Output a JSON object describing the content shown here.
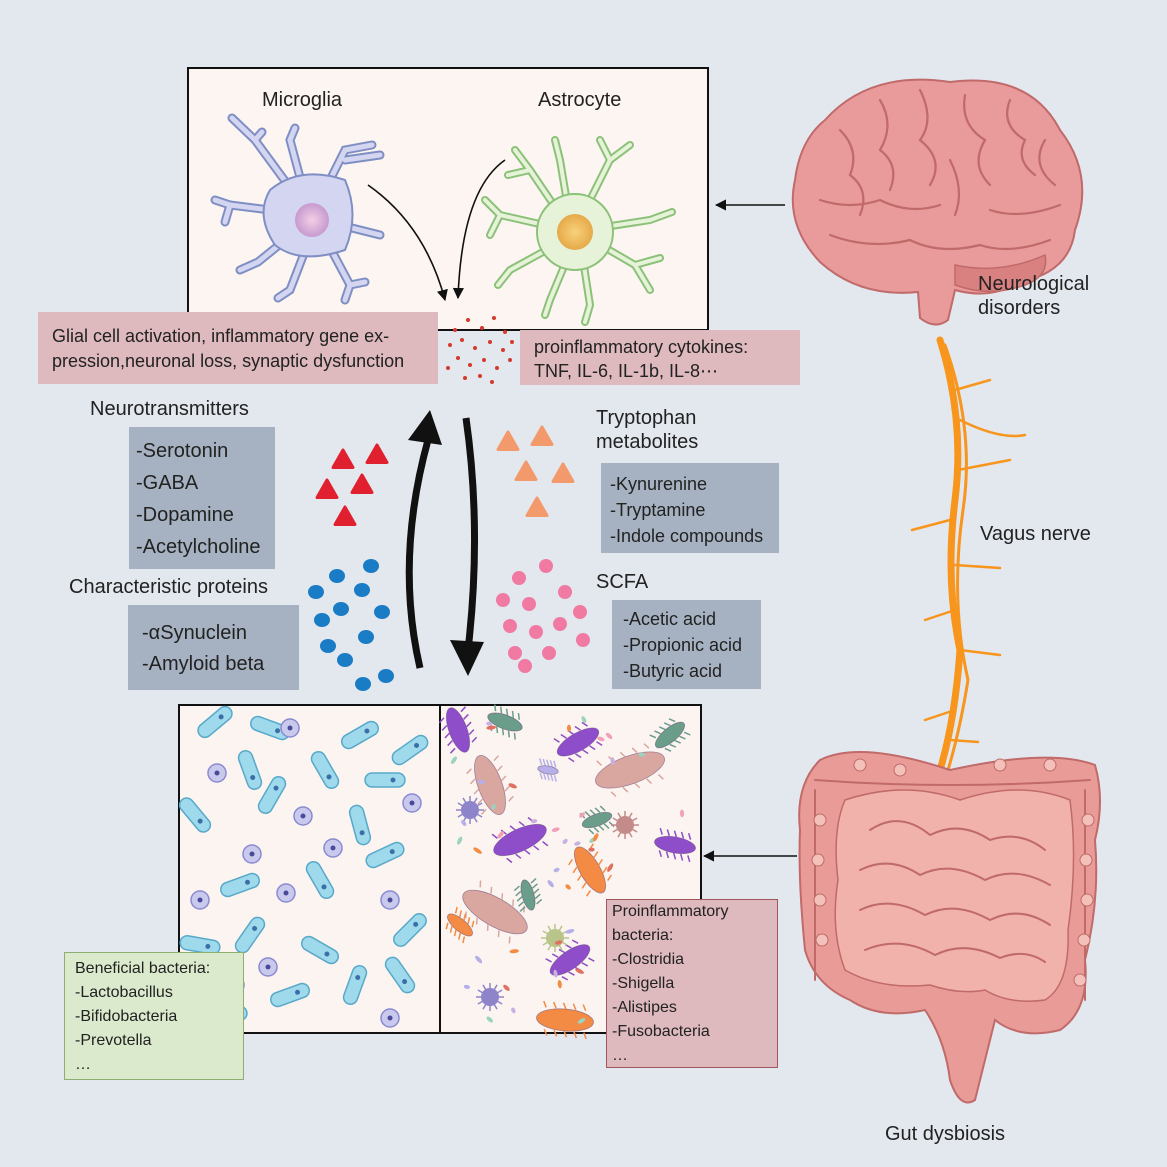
{
  "brain": {
    "microglia_label": "Microglia",
    "astrocyte_label": "Astrocyte",
    "activation_text": [
      "Glial cell activation, inflammatory gene ex-",
      "pression,neuronal loss, synaptic dysfunction"
    ],
    "cytokines_text": [
      "proinflammatory cytokines:",
      "TNF, IL-6, IL-1b, IL-8⋯"
    ]
  },
  "organs": {
    "neurological_label": [
      "Neurological",
      "disorders"
    ],
    "vagus_label": "Vagus nerve",
    "gut_label": "Gut dysbiosis"
  },
  "neurotransmitters": {
    "title": "Neurotransmitters",
    "items": [
      "-Serotonin",
      "-GABA",
      "-Dopamine",
      "-Acetylcholine"
    ]
  },
  "proteins": {
    "title": "Characteristic proteins",
    "items": [
      "-αSynuclein",
      "-Amyloid beta"
    ]
  },
  "tryptophan": {
    "title": [
      "Tryptophan",
      "metabolites"
    ],
    "items": [
      "-Kynurenine",
      "-Tryptamine",
      "-Indole compounds"
    ]
  },
  "scfa": {
    "title": "SCFA",
    "items": [
      "-Acetic acid",
      "-Propionic acid",
      "-Butyric acid"
    ]
  },
  "beneficial": {
    "lines": [
      "Beneficial bacteria:",
      "-Lactobacillus",
      "-Bifidobacteria",
      "-Prevotella",
      "…"
    ]
  },
  "proinflammatory": {
    "lines": [
      "Proinflammatory",
      "bacteria:",
      "-Clostridia",
      "-Shigella",
      "-Alistipes",
      "-Fusobacteria",
      "…"
    ]
  },
  "colors": {
    "background": "#e3e8ef",
    "gray_box": "#a6b2c1",
    "pink_box": "#deb9bd",
    "green_box": "#dbe9cc",
    "neurotransmitter": "#e0202f",
    "tryptophan": "#f29a6c",
    "protein": "#1a7cc4",
    "scfa": "#f07aa2",
    "vagus": "#f7951d",
    "organ": "#e8918d"
  }
}
